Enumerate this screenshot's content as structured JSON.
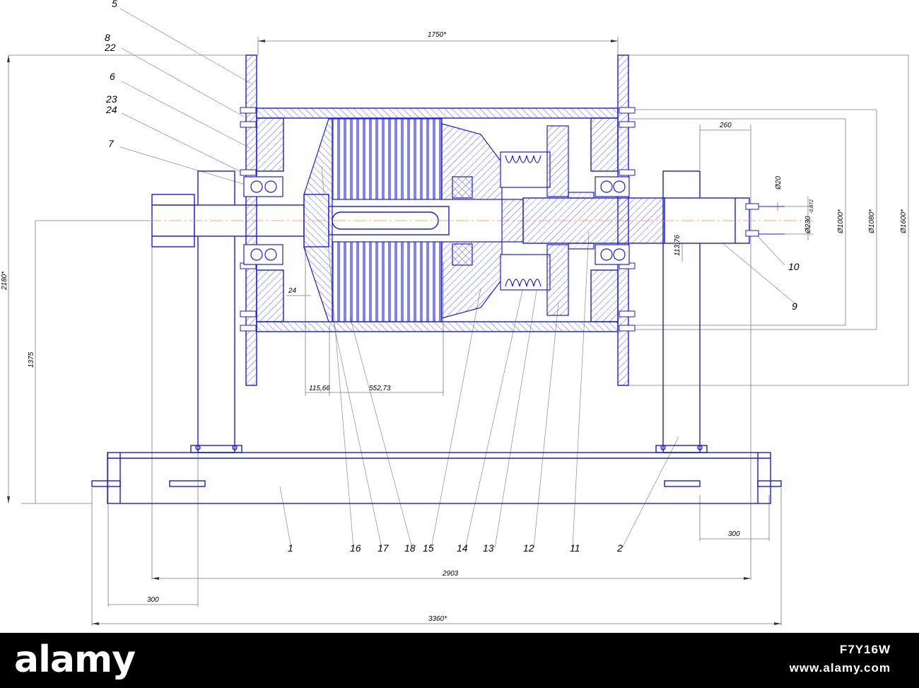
{
  "colors": {
    "primary": "#1a1ae6",
    "thin": "#7a7a7a",
    "text": "#000000",
    "footer_bg": "#000000",
    "footer_text": "#ffffff"
  },
  "drawing": {
    "dimensions": {
      "top_width": "1750*",
      "shaft_end_length": "260",
      "dia_20": "Ø20",
      "dia_230": "Ø230",
      "dia_230_tol": "-0,072",
      "dia_1000": "Ø1000*",
      "dia_1080": "Ø1080*",
      "dia_1600": "Ø1600*",
      "offset_113": "113,76",
      "total_height": "2180*",
      "axis_height": "1375",
      "dim_24": "24",
      "dim_115": "115,66",
      "dim_552": "552,73",
      "right_overhang": "300",
      "frame_width": "2903",
      "left_overhang": "300",
      "overall_length": "3360*"
    },
    "part_numbers": {
      "p5": "5",
      "p8": "8",
      "p22": "22",
      "p6": "6",
      "p23": "23",
      "p24": "24",
      "p7": "7",
      "p10": "10",
      "p9": "9",
      "p1": "1",
      "p16": "16",
      "p17": "17",
      "p18": "18",
      "p15": "15",
      "p14": "14",
      "p13": "13",
      "p12": "12",
      "p11": "11",
      "p2": "2"
    }
  },
  "footer": {
    "logo": "alamy",
    "image_id": "F7Y16W",
    "site": "www.alamy.com"
  }
}
